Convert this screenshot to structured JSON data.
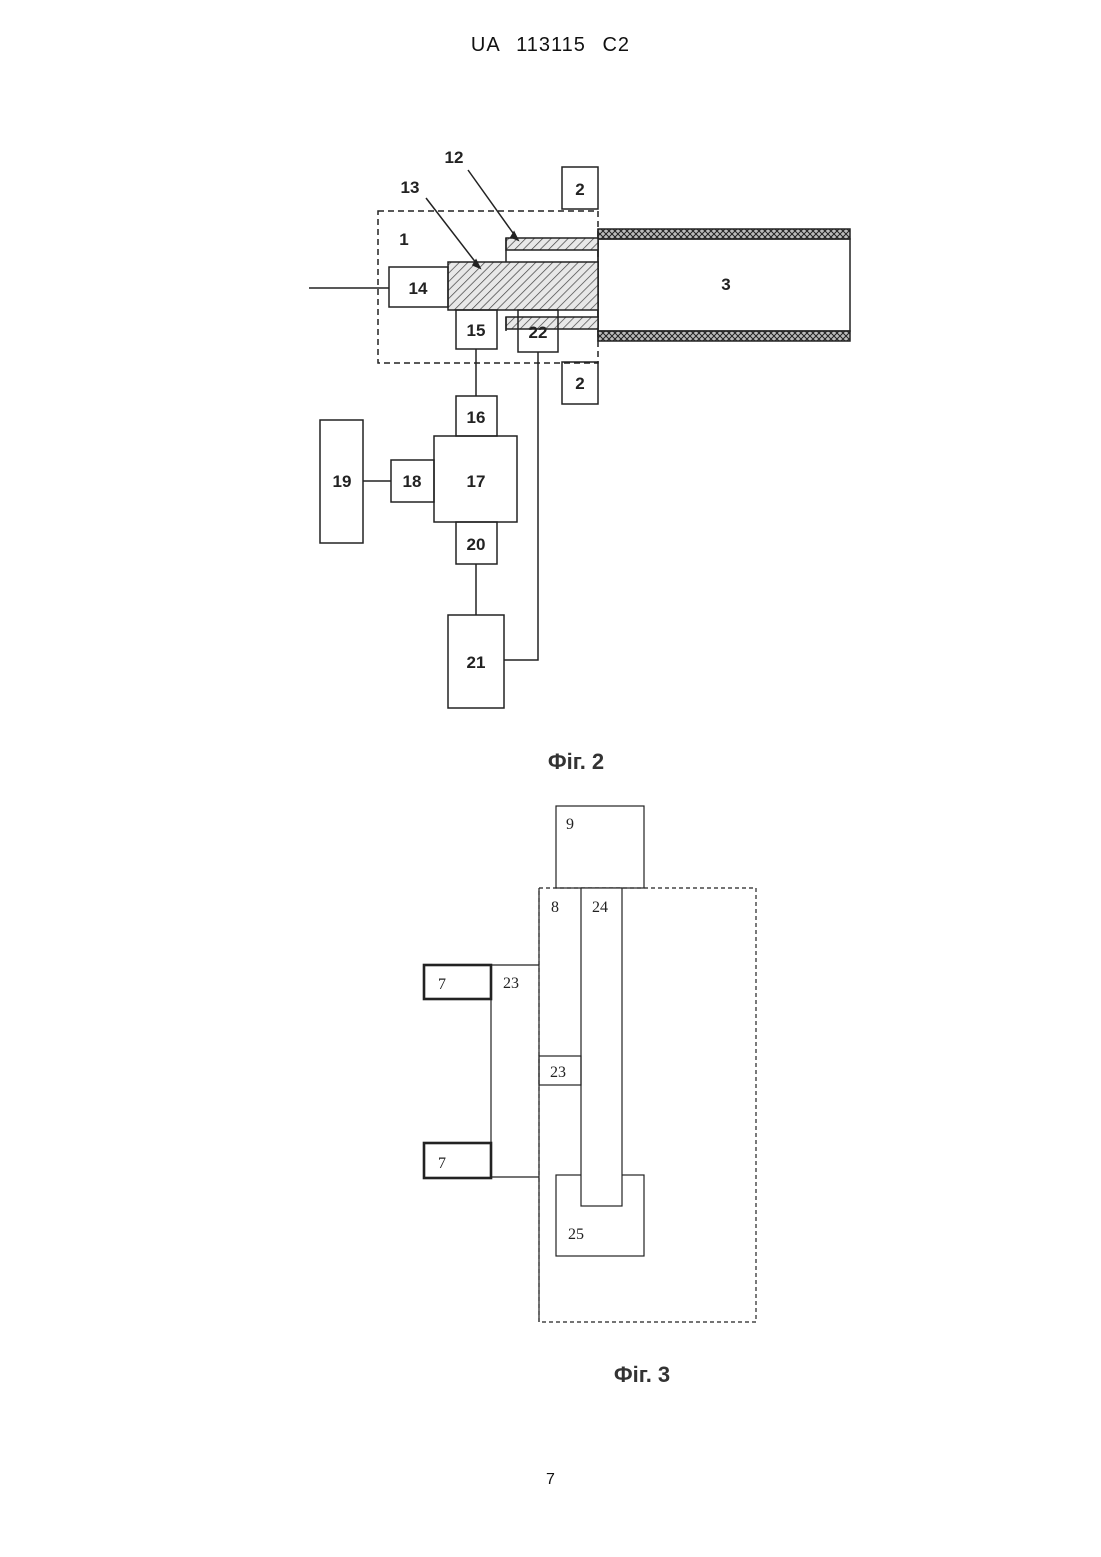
{
  "document": {
    "header": "UA 113115 C2",
    "page_number": "7"
  },
  "figure2": {
    "caption": "Фіг. 2",
    "labels": {
      "n1": "1",
      "n2a": "2",
      "n2b": "2",
      "n3": "3",
      "n12": "12",
      "n13": "13",
      "n14": "14",
      "n15": "15",
      "n16": "16",
      "n17": "17",
      "n18": "18",
      "n19": "19",
      "n20": "20",
      "n21": "21",
      "n22": "22"
    }
  },
  "figure3": {
    "caption": "Фіг. 3",
    "labels": {
      "n9": "9",
      "n8": "8",
      "n24": "24",
      "n7a": "7",
      "n7b": "7",
      "n23a": "23",
      "n23b": "23",
      "n25": "25"
    }
  }
}
